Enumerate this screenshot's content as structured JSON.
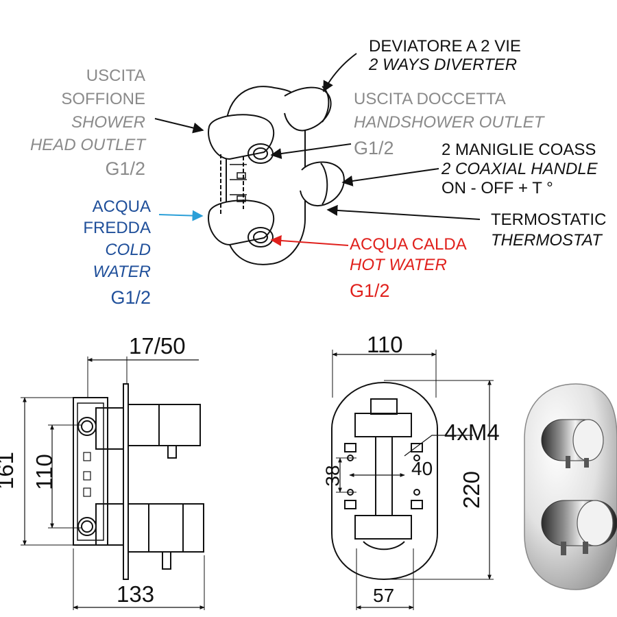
{
  "labels": {
    "head_outlet": [
      "USCITA",
      "SOFFIONE",
      "SHOWER",
      "HEAD OUTLET",
      "G1/2"
    ],
    "cold_water": [
      "ACQUA",
      "FREDDA",
      "COLD",
      "WATER",
      "G1/2"
    ],
    "diverter": [
      "DEVIATORE A 2 VIE",
      "2 WAYS DIVERTER"
    ],
    "handshower_outlet": [
      "USCITA DOCCETTA",
      "HANDSHOWER OUTLET",
      "G1/2"
    ],
    "handles": [
      "2 MANIGLIE COASS",
      "2 COAXIAL HANDLE",
      "ON - OFF  +  T °"
    ],
    "thermostat": [
      "TERMOSTATIC",
      "THERMOSTAT"
    ],
    "hot_water": [
      "ACQUA CALDA",
      "HOT WATER",
      "G1/2"
    ]
  },
  "dimensions": {
    "depth": "17/50",
    "height_total": "161",
    "center_distance": "110",
    "length": "133",
    "plate_width": "110",
    "screws": "4xM4",
    "screw_h": "40",
    "screw_v": "38",
    "plate_height": "220",
    "body_width": "57"
  },
  "colors": {
    "gray": "#8a8a8a",
    "blue": "#1f4f9a",
    "red": "#e0201c",
    "line": "#111111"
  }
}
